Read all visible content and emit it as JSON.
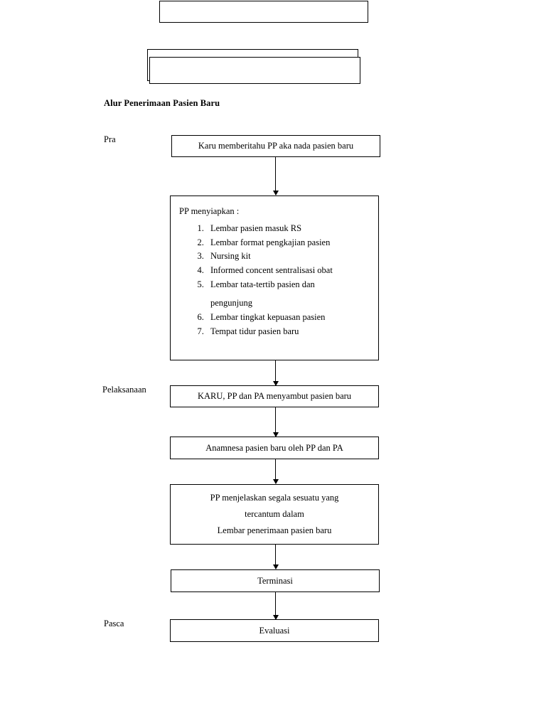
{
  "document": {
    "title": "Alur Penerimaan Pasien Baru",
    "top_boxes": [
      {
        "name": "empty-box-1",
        "text": ""
      },
      {
        "name": "empty-box-2-outer",
        "text": ""
      },
      {
        "name": "empty-box-2-inner",
        "text": ""
      }
    ],
    "phases": [
      {
        "label": "Pra"
      },
      {
        "label": "Pelaksanaan"
      },
      {
        "label": "Pasca"
      }
    ],
    "nodes": [
      {
        "id": "n1",
        "text": "Karu memberitahu PP aka nada pasien baru"
      },
      {
        "id": "n2",
        "head": "PP menyiapkan :",
        "items": [
          "Lembar pasien masuk RS",
          "Lembar format pengkajian pasien",
          "Nursing kit",
          "Informed concent sentralisasi obat",
          "Lembar tata-tertib pasien dan",
          "Lembar tingkat kepuasan pasien",
          "Tempat tidur pasien baru"
        ],
        "item5_continuation": "pengunjung"
      },
      {
        "id": "n3",
        "text": "KARU, PP dan PA menyambut pasien baru"
      },
      {
        "id": "n4",
        "text": "Anamnesa pasien baru oleh PP dan PA"
      },
      {
        "id": "n5",
        "lines": [
          "PP menjelaskan segala sesuatu yang",
          "tercantum dalam",
          "Lembar penerimaan pasien baru"
        ]
      },
      {
        "id": "n6",
        "text": "Terminasi"
      },
      {
        "id": "n7",
        "text": "Evaluasi"
      }
    ]
  }
}
